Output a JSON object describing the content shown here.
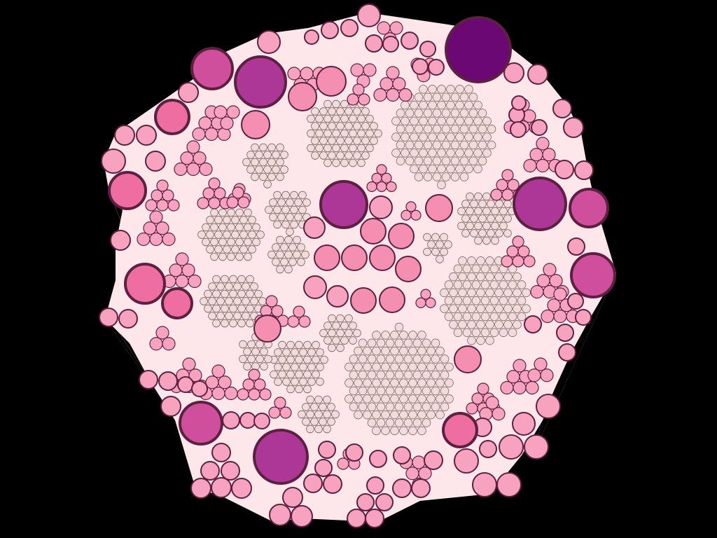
{
  "graph": {
    "background": "#000000",
    "hull_fill": "#fde7ea",
    "edge_color": "#f0b8c4",
    "node_stroke": "#5e2040",
    "leaf_node": {
      "fill": "#f0dcdb",
      "stroke": "#6e5052"
    },
    "palette": {
      "light": "#f7a3c0",
      "pink": "#f48fb1",
      "rose": "#ee6ea2",
      "magenta": "#d04f9c",
      "orchid": "#ad3797",
      "purple": "#8f2489",
      "deep": "#6b0874"
    },
    "hubs": [
      {
        "id": "h1",
        "color": "deep"
      },
      {
        "id": "h2",
        "color": "orchid"
      },
      {
        "id": "h3",
        "color": "magenta"
      },
      {
        "id": "h4",
        "color": "orchid"
      },
      {
        "id": "h5",
        "color": "orchid"
      },
      {
        "id": "h6",
        "color": "magenta"
      },
      {
        "id": "h7",
        "color": "magenta"
      },
      {
        "id": "h8",
        "color": "orchid"
      },
      {
        "id": "h9",
        "color": "magenta"
      },
      {
        "id": "h10",
        "color": "rose"
      },
      {
        "id": "h11",
        "color": "rose"
      },
      {
        "id": "h12",
        "color": "rose"
      },
      {
        "id": "h13",
        "color": "rose"
      },
      {
        "id": "h14",
        "color": "rose"
      }
    ]
  }
}
